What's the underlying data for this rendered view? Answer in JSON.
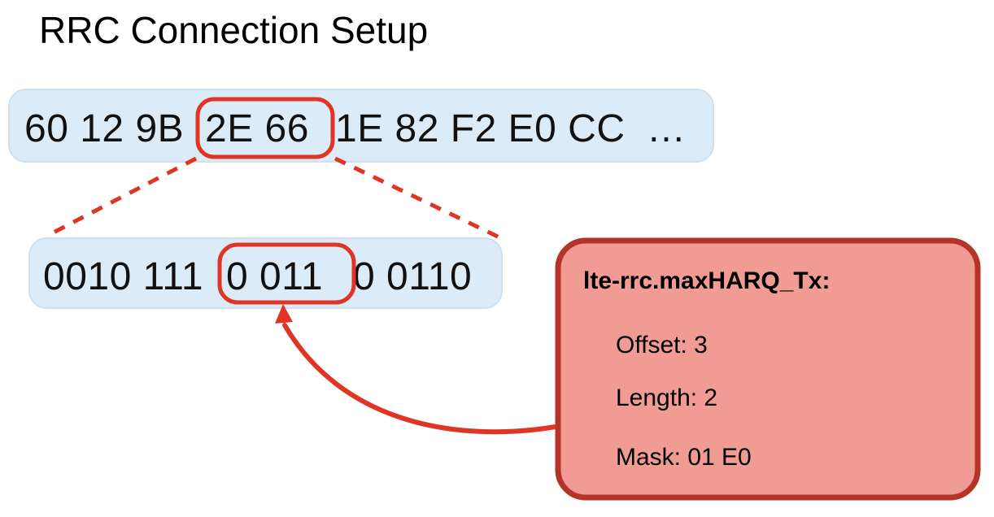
{
  "page": {
    "title": "RRC Connection Setup",
    "background_color": "#ffffff"
  },
  "colors": {
    "panel_fill": "#dcebf8",
    "panel_edge": "#cfe0ee",
    "highlight_stroke": "#e03424",
    "callout_fill": "#f09c94",
    "callout_border": "#b5342a",
    "text": "#000000"
  },
  "hex_row": {
    "name": "hex-bytes-panel",
    "full_text": "60 12 9B 2E 66 1E 82 F2 E0 CC …",
    "before": "60 12 9B",
    "highlighted": "2E 66",
    "after": "1E 82 F2 E0 CC",
    "ellipsis": "…",
    "bytes": [
      "60",
      "12",
      "9B",
      "2E",
      "66",
      "1E",
      "82",
      "F2",
      "E0",
      "CC"
    ],
    "highlight_label": "hex-highlight-2E-66"
  },
  "binary_row": {
    "name": "binary-bits-panel",
    "full_text": "0010 1110  0110 0110",
    "before": "0010 111",
    "highlighted": "0  011",
    "after": "0 0110",
    "nibbles": [
      "0010",
      "1110",
      "0110",
      "0110"
    ],
    "highlight_label": "binary-highlight-field-bits"
  },
  "callout": {
    "name": "field-detail-callout",
    "field_name": "lte-rrc.maxHARQ_Tx:",
    "rows": [
      {
        "label": "Offset:",
        "value": "3",
        "text": "Offset: 3"
      },
      {
        "label": "Length:",
        "value": "2",
        "text": "Length: 2"
      },
      {
        "label": "Mask:",
        "value": "01 E0",
        "text": "Mask: 01 E0"
      }
    ]
  },
  "connectors": {
    "dashed_left": "dashed-connector-left",
    "dashed_right": "dashed-connector-right",
    "curved_arrow": "curved-arrow-callout-to-bits"
  }
}
